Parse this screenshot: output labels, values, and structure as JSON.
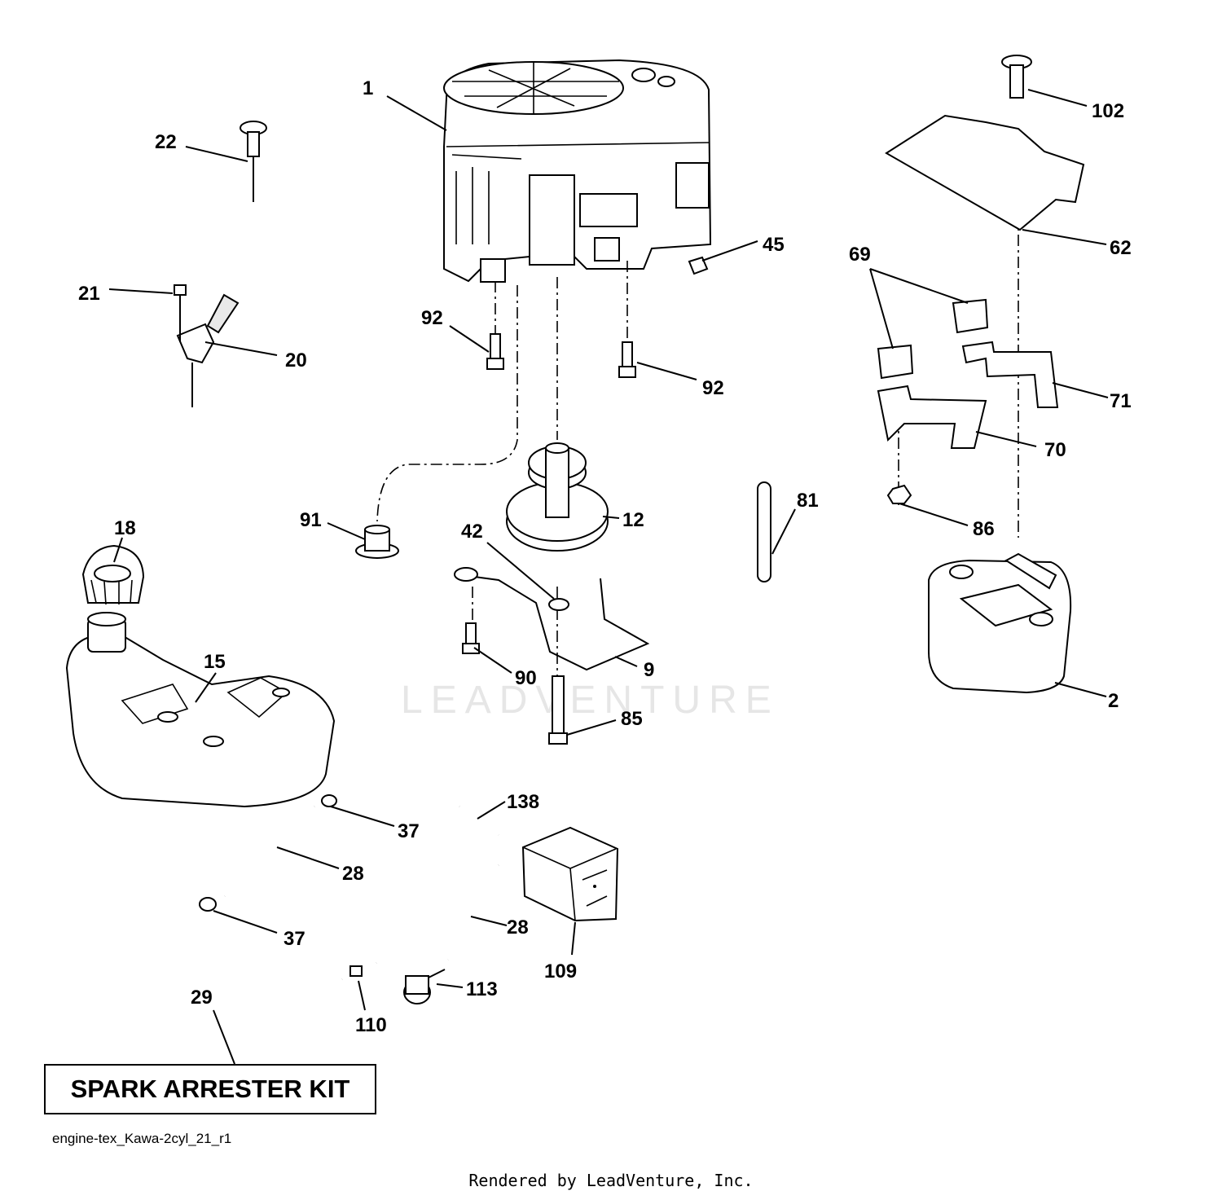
{
  "watermark": "LEADVENTURE",
  "callouts": [
    {
      "id": "1",
      "text": "1"
    },
    {
      "id": "2",
      "text": "2"
    },
    {
      "id": "9",
      "text": "9"
    },
    {
      "id": "12",
      "text": "12"
    },
    {
      "id": "15",
      "text": "15"
    },
    {
      "id": "18",
      "text": "18"
    },
    {
      "id": "20",
      "text": "20"
    },
    {
      "id": "21",
      "text": "21"
    },
    {
      "id": "22",
      "text": "22"
    },
    {
      "id": "28a",
      "text": "28"
    },
    {
      "id": "28b",
      "text": "28"
    },
    {
      "id": "29",
      "text": "29"
    },
    {
      "id": "37a",
      "text": "37"
    },
    {
      "id": "37b",
      "text": "37"
    },
    {
      "id": "42",
      "text": "42"
    },
    {
      "id": "45",
      "text": "45"
    },
    {
      "id": "62",
      "text": "62"
    },
    {
      "id": "69",
      "text": "69"
    },
    {
      "id": "70",
      "text": "70"
    },
    {
      "id": "71",
      "text": "71"
    },
    {
      "id": "81",
      "text": "81"
    },
    {
      "id": "85",
      "text": "85"
    },
    {
      "id": "86",
      "text": "86"
    },
    {
      "id": "90",
      "text": "90"
    },
    {
      "id": "91",
      "text": "91"
    },
    {
      "id": "92a",
      "text": "92"
    },
    {
      "id": "92b",
      "text": "92"
    },
    {
      "id": "102",
      "text": "102"
    },
    {
      "id": "109",
      "text": "109"
    },
    {
      "id": "110",
      "text": "110"
    },
    {
      "id": "113",
      "text": "113"
    },
    {
      "id": "138",
      "text": "138"
    }
  ],
  "kit_label": "SPARK ARRESTER KIT",
  "diagram_id": "engine-tex_Kawa-2cyl_21_r1",
  "footer": "Rendered by LeadVenture, Inc."
}
